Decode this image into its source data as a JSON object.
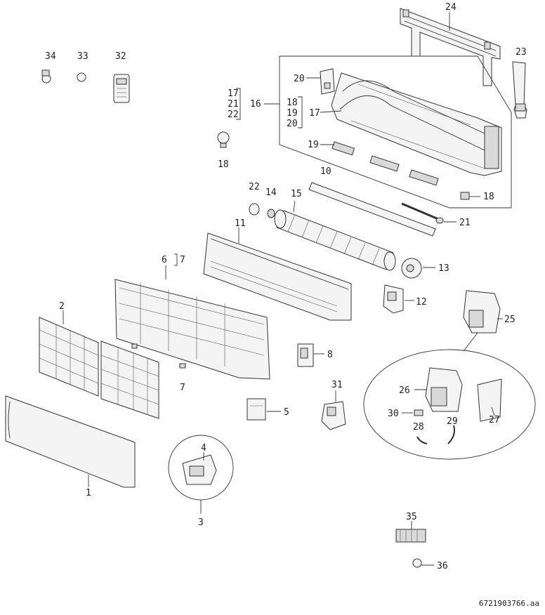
{
  "callouts": {
    "c1": "1",
    "c2": "2",
    "c3": "3",
    "c4": "4",
    "c5": "5",
    "c6": "6",
    "c7a": "7",
    "c7b": "7",
    "c8": "8",
    "c10": "10",
    "c11": "11",
    "c12": "12",
    "c13": "13",
    "c14": "14",
    "c15": "15",
    "c16": "16",
    "c17a": "17",
    "c17b": "17",
    "c18a": "18",
    "c18b": "18",
    "c18c": "18",
    "c19a": "19",
    "c19b": "19",
    "c20a": "20",
    "c20b": "20",
    "c21a": "21",
    "c21b": "21",
    "c22a": "22",
    "c22b": "22",
    "c23": "23",
    "c24": "24",
    "c25": "25",
    "c26": "26",
    "c27": "27",
    "c28": "28",
    "c29": "29",
    "c30": "30",
    "c31": "31",
    "c32": "32",
    "c33": "33",
    "c34": "34",
    "c35": "35",
    "c36": "36"
  },
  "document_number": "6721903766.aa"
}
